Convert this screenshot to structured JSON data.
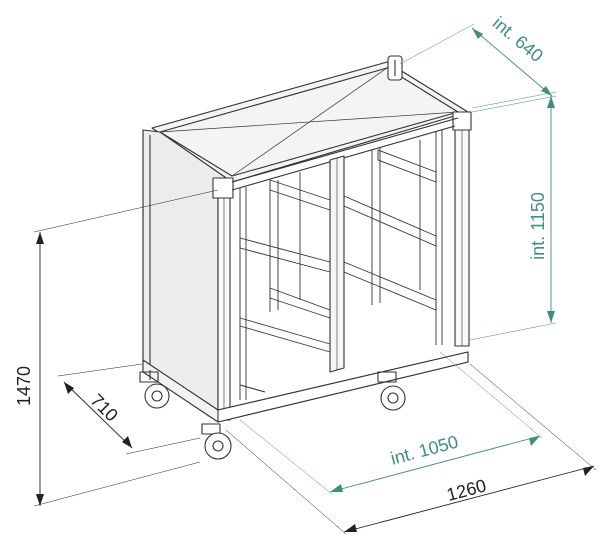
{
  "dimensions": {
    "overall_height": "1470",
    "overall_depth": "710",
    "overall_width": "1260",
    "internal_width": "int. 1050",
    "internal_height": "int. 1150",
    "internal_depth": "int. 640"
  },
  "colors": {
    "internal_dimension": "#3f8f7d",
    "overall_dimension": "#222222",
    "frame_line": "#333333",
    "panel_fill": "#ececec"
  }
}
